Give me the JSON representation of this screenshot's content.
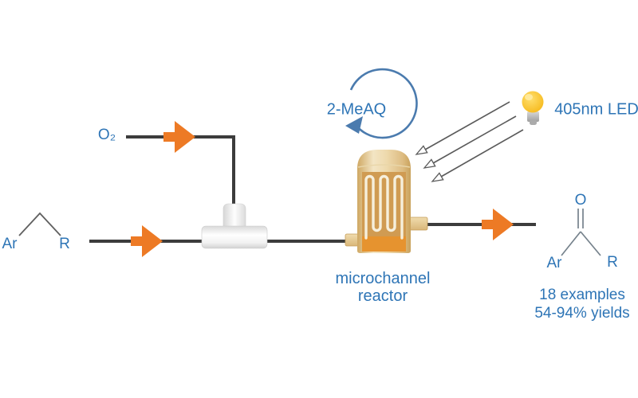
{
  "figure": {
    "type": "photocatalytic-flow-reaction-scheme",
    "inputs": {
      "oxidant_label": "O₂",
      "substrate": {
        "aryl": "Ar",
        "alkyl": "R"
      }
    },
    "catalyst_label": "2-MeAQ",
    "light_source_label": "405nm LED",
    "reactor_label": {
      "line1": "microchannel",
      "line2": "reactor"
    },
    "product": {
      "carbonyl": "O",
      "aryl": "Ar",
      "alkyl": "R"
    },
    "results": {
      "examples": "18 examples",
      "yields": "54-94% yields"
    }
  },
  "icons": {
    "bulb": "lightbulb-icon",
    "cycle": "catalyst-recycle-arrow",
    "rays": "light-rays",
    "flow_arrows": "flow-direction-arrow"
  },
  "colors": {
    "accent_orange": "#ED7A25",
    "flow_line_dark": "#3C3C3C",
    "text_blue": "#2E75B6",
    "cycle_blue": "#4B7BAE",
    "reactor_body_tan": "#E8CFA0",
    "reactor_panel_tan": "#D09B52",
    "reactor_band_orange": "#E6932F",
    "bulb_yellow": "#F6B919",
    "mixer_white": "#F7F7F7"
  }
}
